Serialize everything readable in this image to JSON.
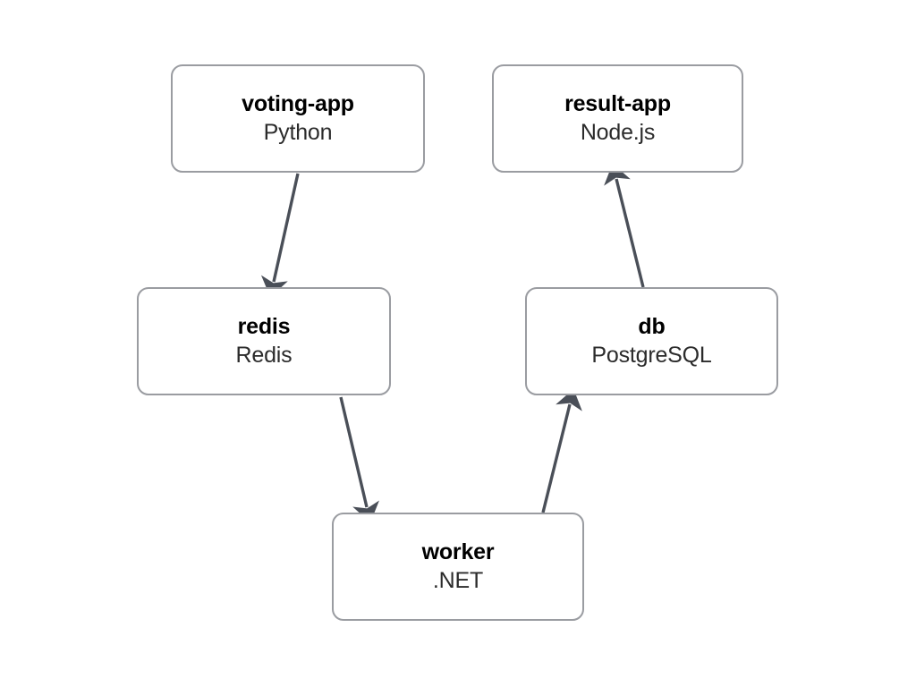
{
  "diagram": {
    "type": "architecture-flow",
    "background_color": "#ffffff",
    "node_border_color": "#9a9ca1",
    "node_fill_color": "#ffffff",
    "edge_color": "#4a4f58",
    "title_color": "#000000",
    "subtitle_color": "#2b2b2b",
    "nodes": [
      {
        "id": "voting-app",
        "title": "voting-app",
        "subtitle": "Python"
      },
      {
        "id": "result-app",
        "title": "result-app",
        "subtitle": "Node.js"
      },
      {
        "id": "redis",
        "title": "redis",
        "subtitle": "Redis"
      },
      {
        "id": "db",
        "title": "db",
        "subtitle": "PostgreSQL"
      },
      {
        "id": "worker",
        "title": "worker",
        "subtitle": ".NET"
      }
    ],
    "edges": [
      {
        "id": "voting-app-to-redis",
        "from": "voting-app",
        "to": "redis",
        "arrow": "to"
      },
      {
        "id": "redis-to-worker",
        "from": "redis",
        "to": "worker",
        "arrow": "to"
      },
      {
        "id": "worker-to-db",
        "from": "worker",
        "to": "db",
        "arrow": "to"
      },
      {
        "id": "db-to-result-app",
        "from": "db",
        "to": "result-app",
        "arrow": "to"
      }
    ]
  }
}
